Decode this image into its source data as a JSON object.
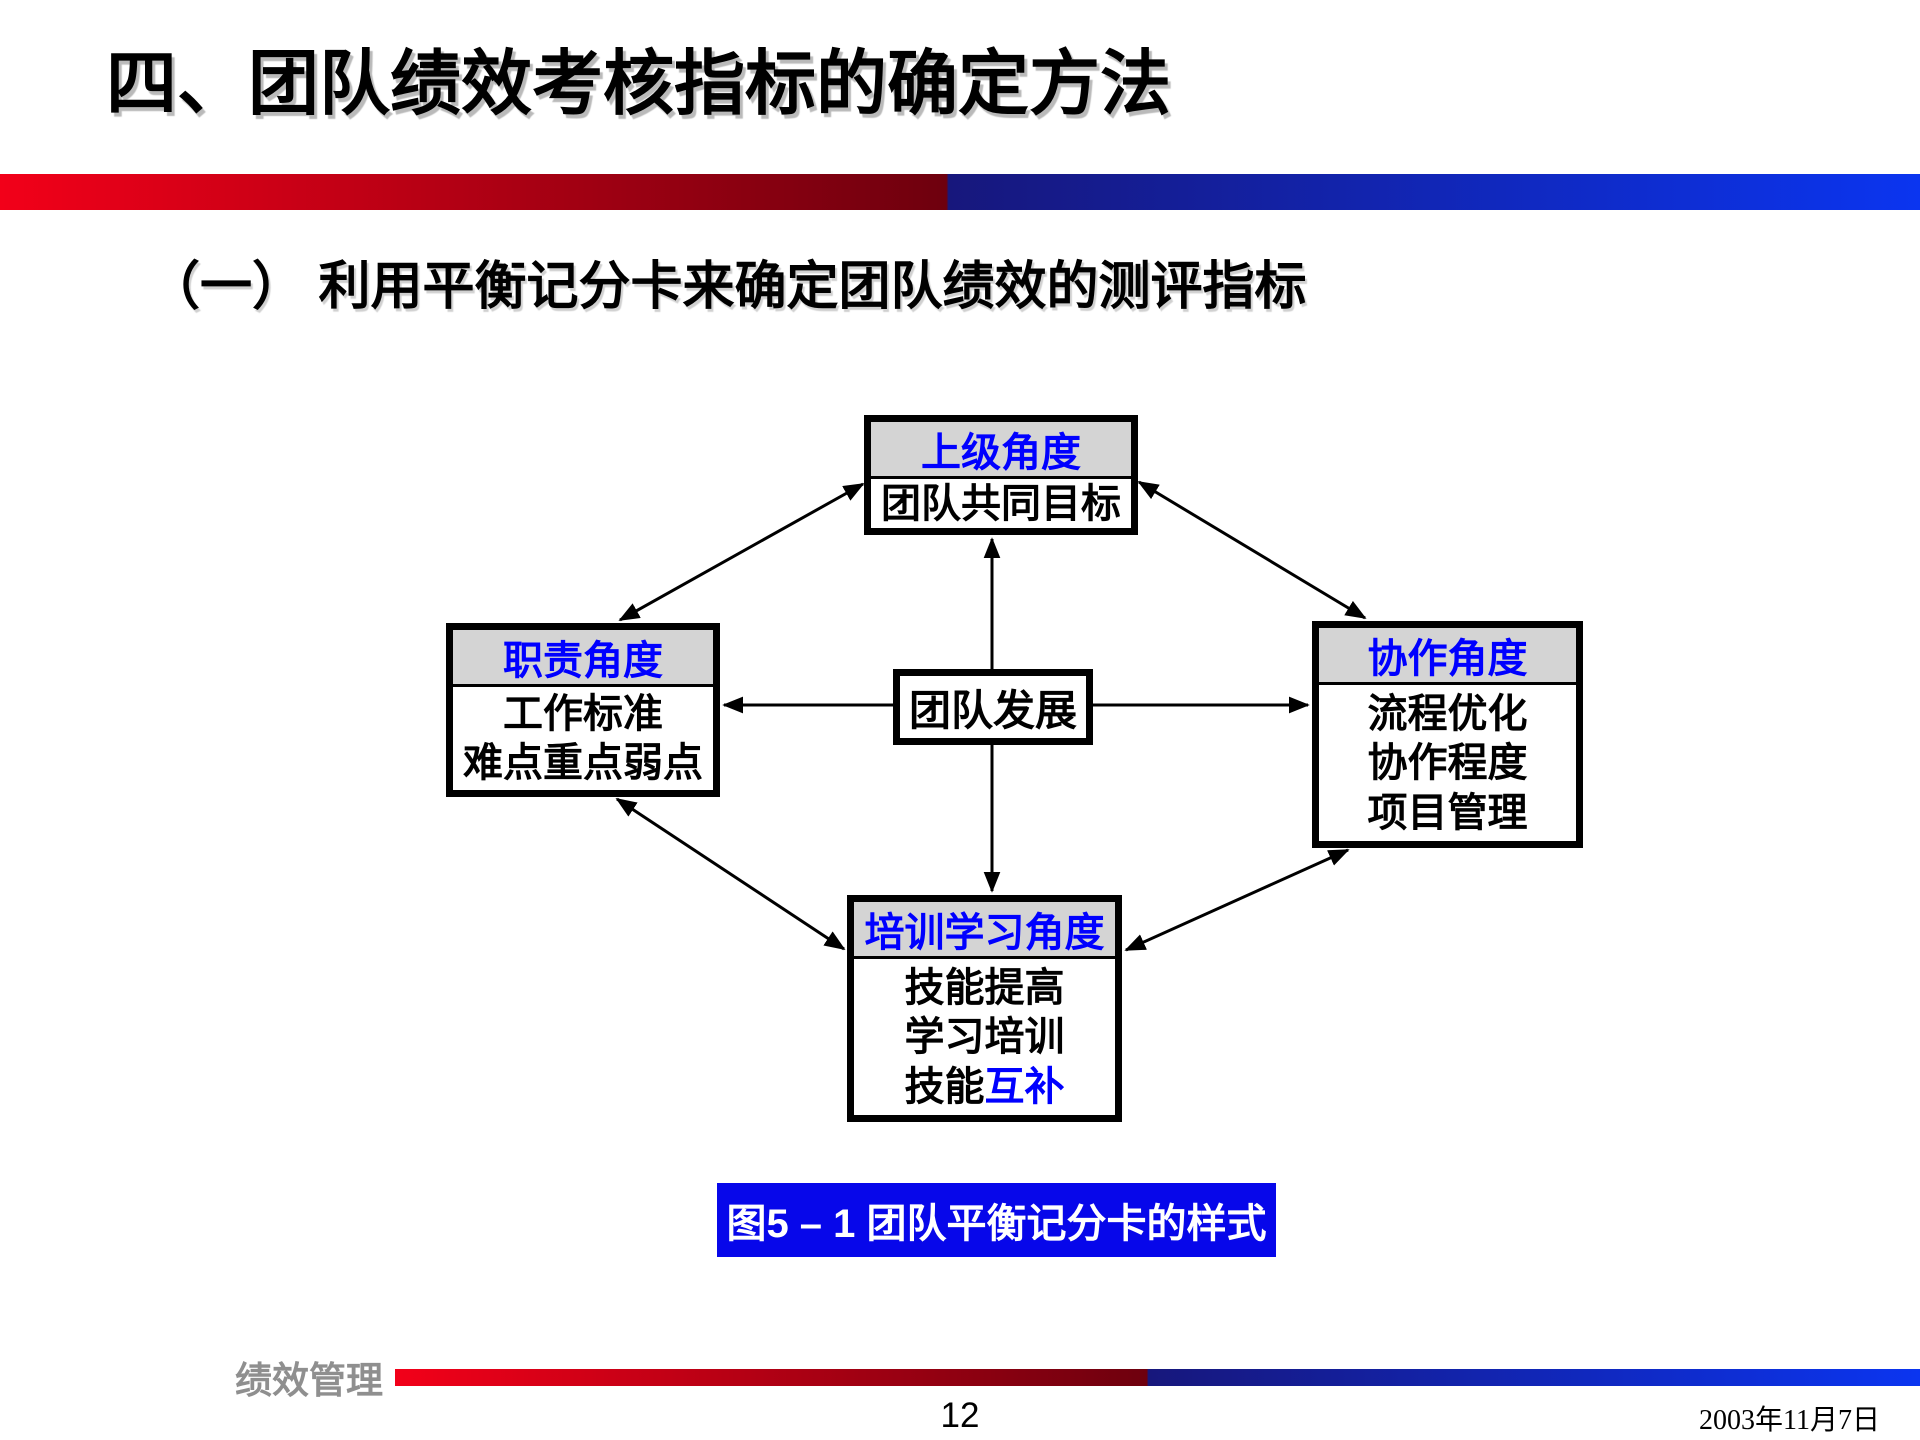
{
  "slide": {
    "title": "四、团队绩效考核指标的确定方法",
    "subtitle": "（一） 利用平衡记分卡来确定团队绩效的测评指标",
    "footer_label": "绩效管理",
    "page_number": "12",
    "date": "2003年11月7日"
  },
  "diagram": {
    "top_box": {
      "header": "上级角度",
      "lines": [
        "团队共同目标"
      ]
    },
    "left_box": {
      "header": "职责角度",
      "lines": [
        "工作标准",
        "难点重点弱点"
      ]
    },
    "right_box": {
      "header": "协作角度",
      "lines": [
        "流程优化",
        "协作程度",
        "项目管理"
      ]
    },
    "center_box": {
      "label": "团队发展"
    },
    "bottom_box": {
      "header": "培训学习角度",
      "lines": [
        "技能提高",
        "学习培训"
      ],
      "line3_black": "技能",
      "line3_blue": "互补"
    },
    "caption": "图5 – 1  团队平衡记分卡的样式"
  },
  "colors": {
    "header_fill": "#D4D4D4",
    "header_text": "#0000FF",
    "caption_bg": "#0707EA",
    "caption_text": "#FFFFFF",
    "footer_label": "#8F8F8F",
    "bar_red_bright": "#F20019",
    "bar_red_dark": "#6E000E",
    "bar_blue_dark": "#17177C",
    "bar_blue_bright": "#0B35F0"
  }
}
